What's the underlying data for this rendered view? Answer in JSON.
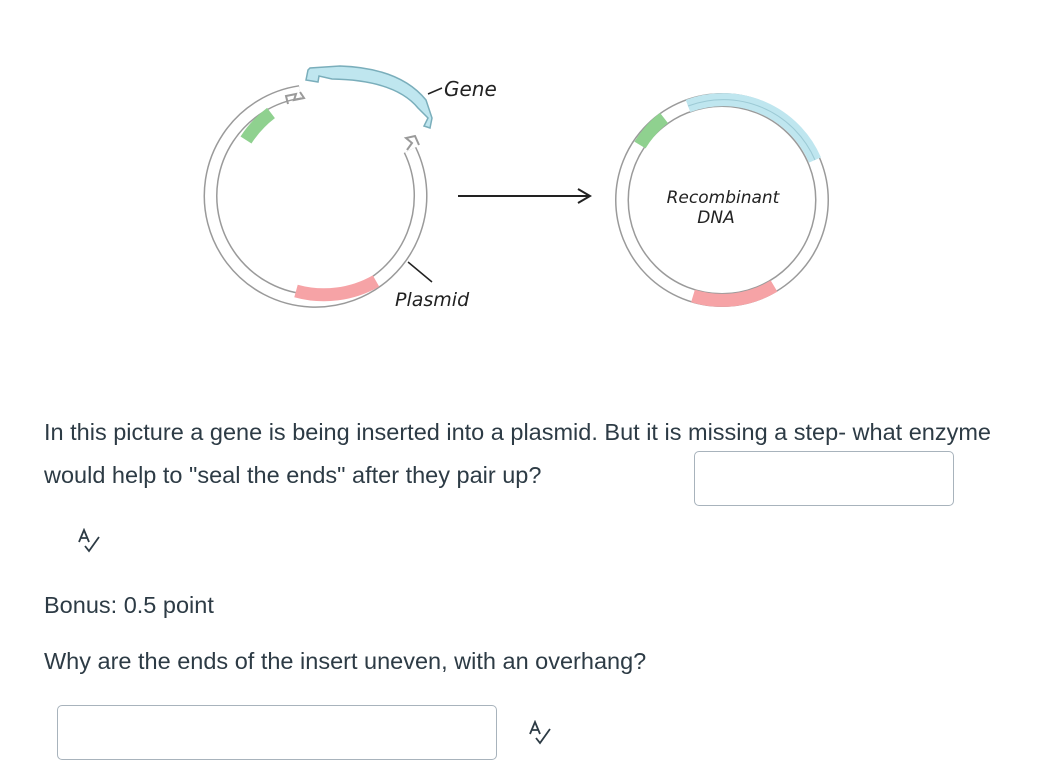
{
  "figure": {
    "labels": {
      "gene": "Gene",
      "plasmid": "Plasmid",
      "recombinant_line1": "Recombinant",
      "recombinant_line2": "DNA"
    },
    "colors": {
      "gene": "#bfe6ef",
      "green_marker": "#8fd18f",
      "red_marker": "#f6a3a6",
      "ring": "#9a9a9a"
    }
  },
  "question1": {
    "text": "In this picture a gene is being inserted into a plasmid. But it is missing a step- what enzyme would help to \"seal the ends\" after they pair up?",
    "answer_value": "",
    "spellcheck_icon": "spellcheck-icon"
  },
  "bonus": {
    "label": "Bonus: 0.5 point"
  },
  "question2": {
    "text": "Why are the ends of the insert uneven, with an overhang?",
    "answer_value": "",
    "spellcheck_icon": "spellcheck-icon"
  }
}
